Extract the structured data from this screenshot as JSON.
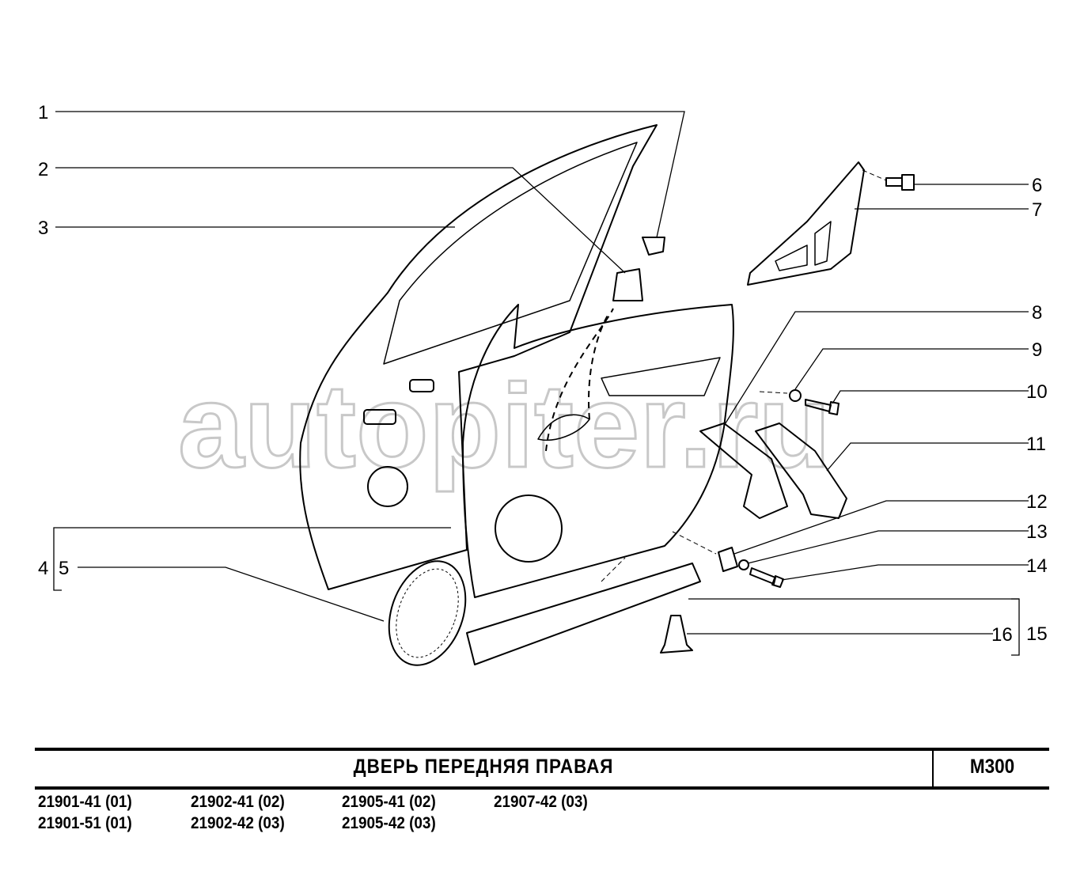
{
  "watermark": "autopiter.ru",
  "callouts": [
    "1",
    "2",
    "3",
    "4",
    "5",
    "6",
    "7",
    "8",
    "9",
    "10",
    "11",
    "12",
    "13",
    "14",
    "15",
    "16"
  ],
  "title": "ДВЕРЬ  ПЕРЕДНЯЯ  ПРАВАЯ",
  "code": "M300",
  "models": [
    "21901-41 (01)",
    "21902-41 (02)",
    "21905-41 (02)",
    "21907-42 (03)",
    "21901-51 (01)",
    "21902-42 (03)",
    "21905-42 (03)"
  ]
}
